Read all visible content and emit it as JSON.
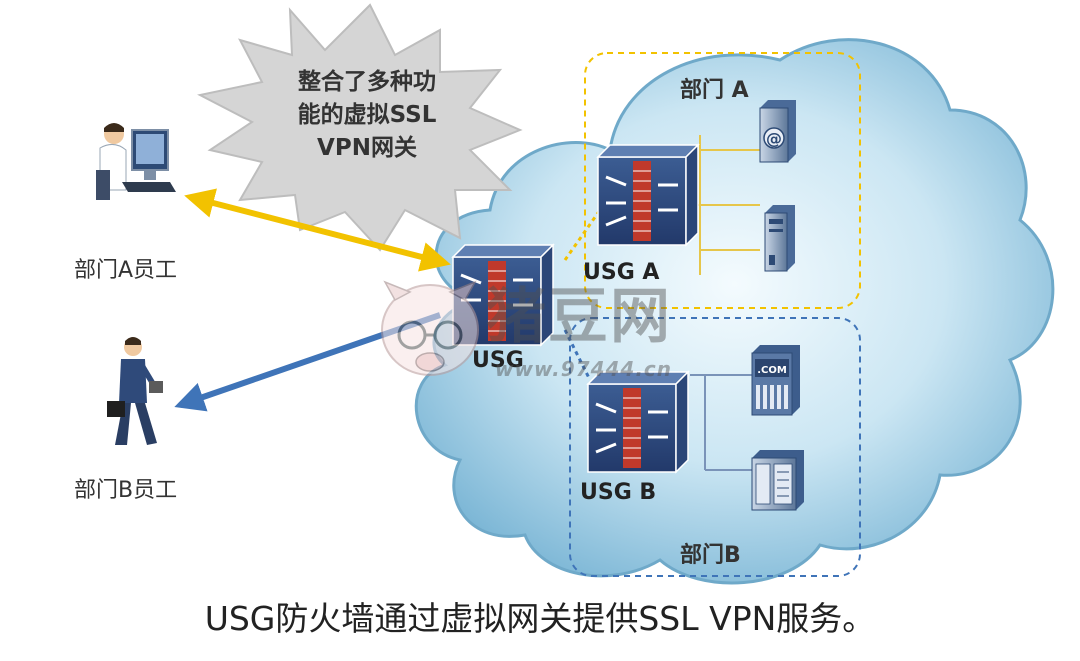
{
  "burst": {
    "lines": [
      "整合了多种功",
      "能的虚拟SSL",
      "VPN网关"
    ]
  },
  "users": {
    "dept_a_employee": "部门A员工",
    "dept_b_employee": "部门B员工"
  },
  "zones": {
    "dept_a": "部门 A",
    "dept_b": "部门B"
  },
  "gateways": {
    "usg_main": "USG",
    "usg_a": "USG A",
    "usg_b": "USG B"
  },
  "servers": {
    "com_label": ".COM",
    "at_symbol": "@"
  },
  "watermark": {
    "title": "猪豆网",
    "url": "www.97444.cn"
  },
  "caption": "USG防火墙通过虚拟网关提供SSL VPN服务。",
  "colors": {
    "yellow_link": "#f2c200",
    "blue_link": "#3f74b8",
    "firewall_body": "#2e4a78",
    "brick": "#c0392b",
    "cloud_light": "#e6f4fb",
    "cloud_edge": "#6fa9c9"
  }
}
